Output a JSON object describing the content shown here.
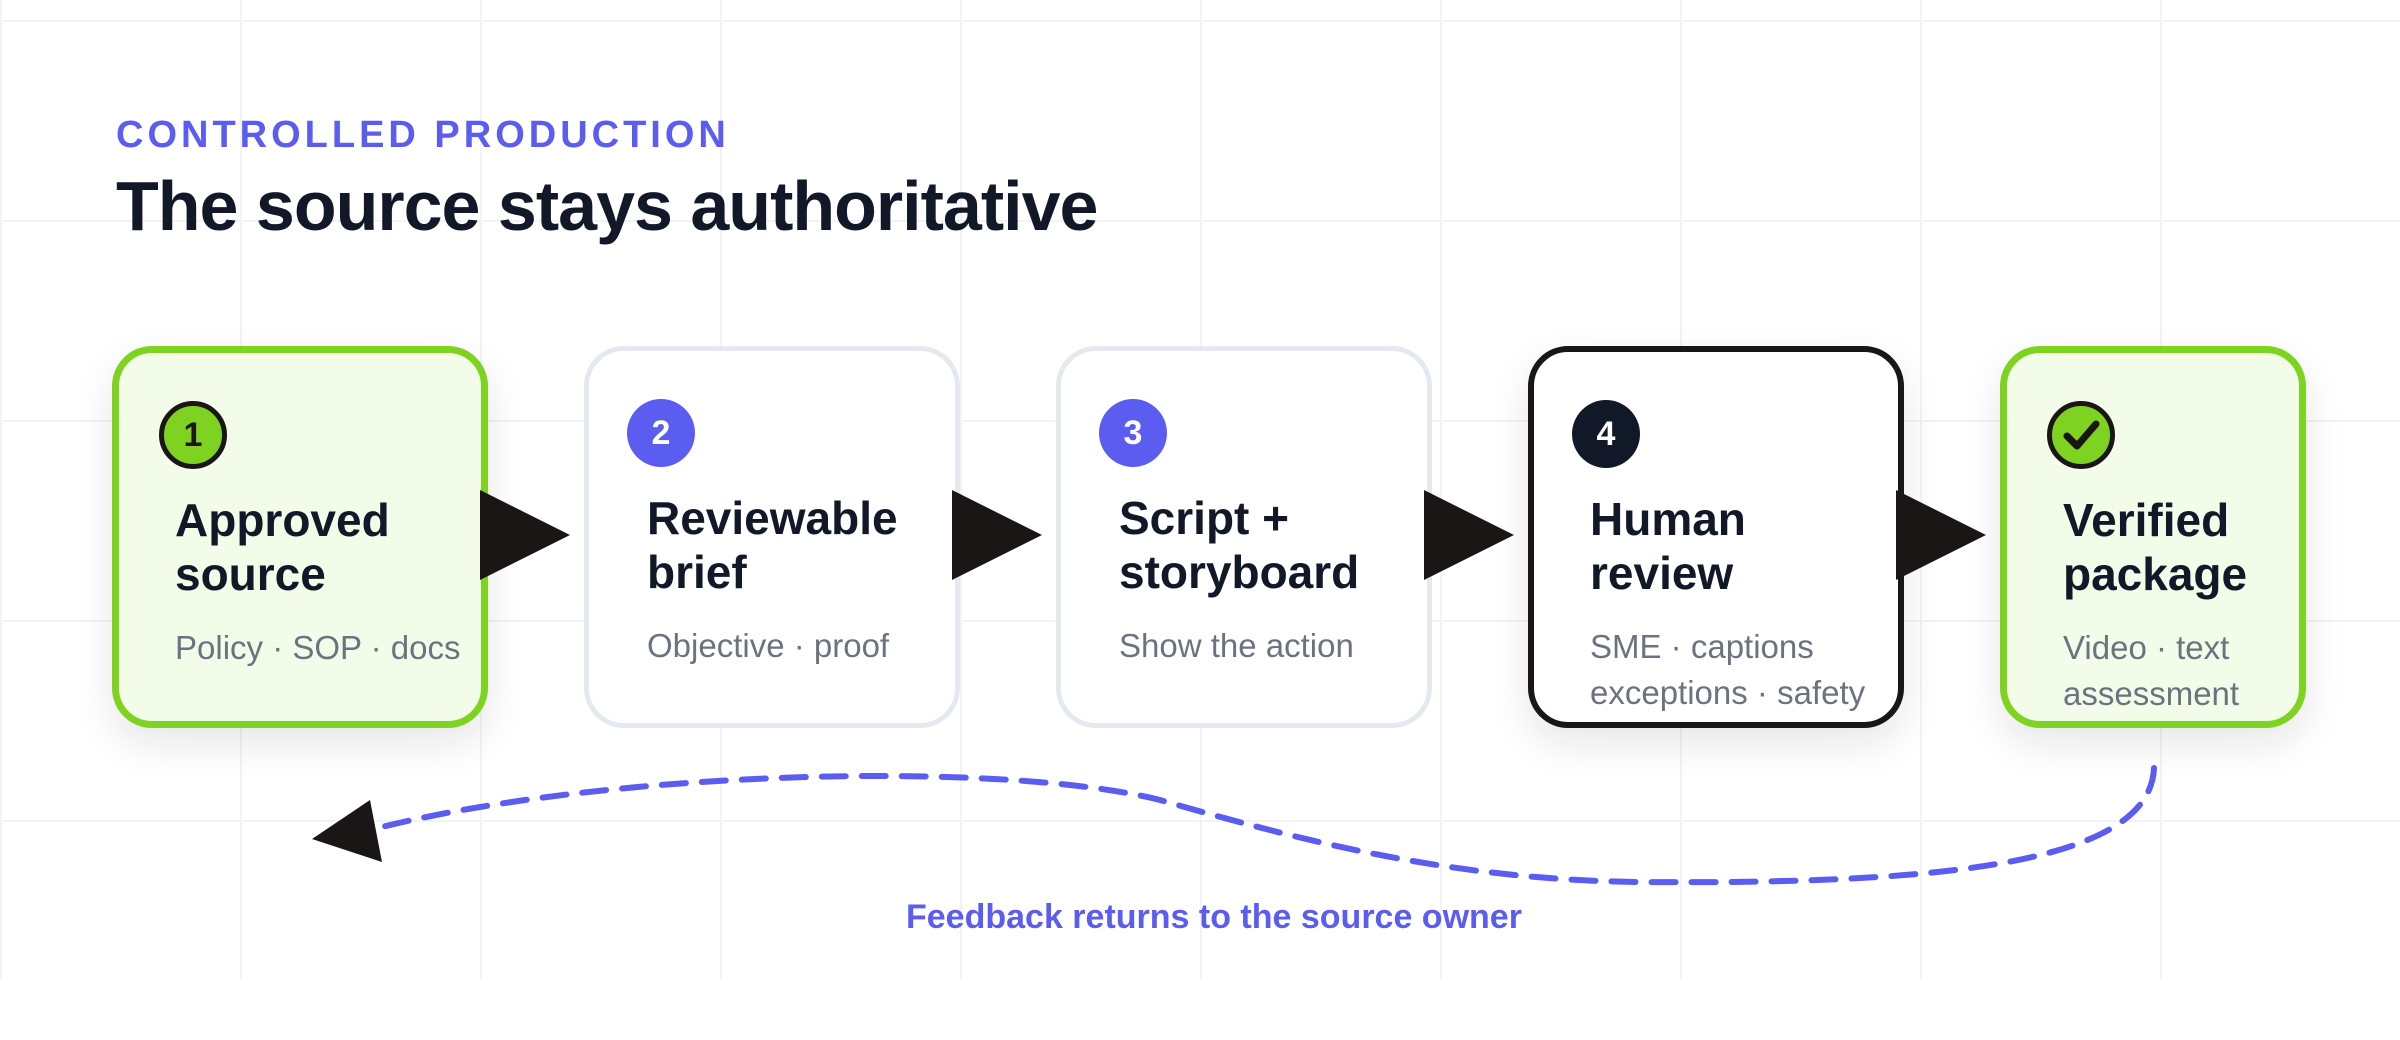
{
  "header": {
    "eyebrow": "CONTROLLED PRODUCTION",
    "title": "The source stays authoritative"
  },
  "steps": [
    {
      "badge": "1",
      "title": "Approved\nsource",
      "subtitle": "Policy · SOP · docs",
      "style": "highlight"
    },
    {
      "badge": "2",
      "title": "Reviewable\nbrief",
      "subtitle": "Objective · proof",
      "style": "neutral"
    },
    {
      "badge": "3",
      "title": "Script +\nstoryboard",
      "subtitle": "Show the action",
      "style": "neutral"
    },
    {
      "badge": "4",
      "title": "Human\nreview",
      "subtitle": "SME · captions\nexceptions · safety",
      "style": "emphasis"
    },
    {
      "badge": "check-icon",
      "title": "Verified\npackage",
      "subtitle": "Video · text\nassessment",
      "style": "highlight"
    }
  ],
  "feedback": {
    "label": "Feedback returns to the source owner"
  },
  "colors": {
    "accent": "#5b5cf0",
    "success": "#7ed321",
    "success_fill": "#f3fce9",
    "ink": "#111827",
    "arrow": "#1a1616",
    "muted": "#6b7280",
    "border": "#e3e9ef"
  }
}
